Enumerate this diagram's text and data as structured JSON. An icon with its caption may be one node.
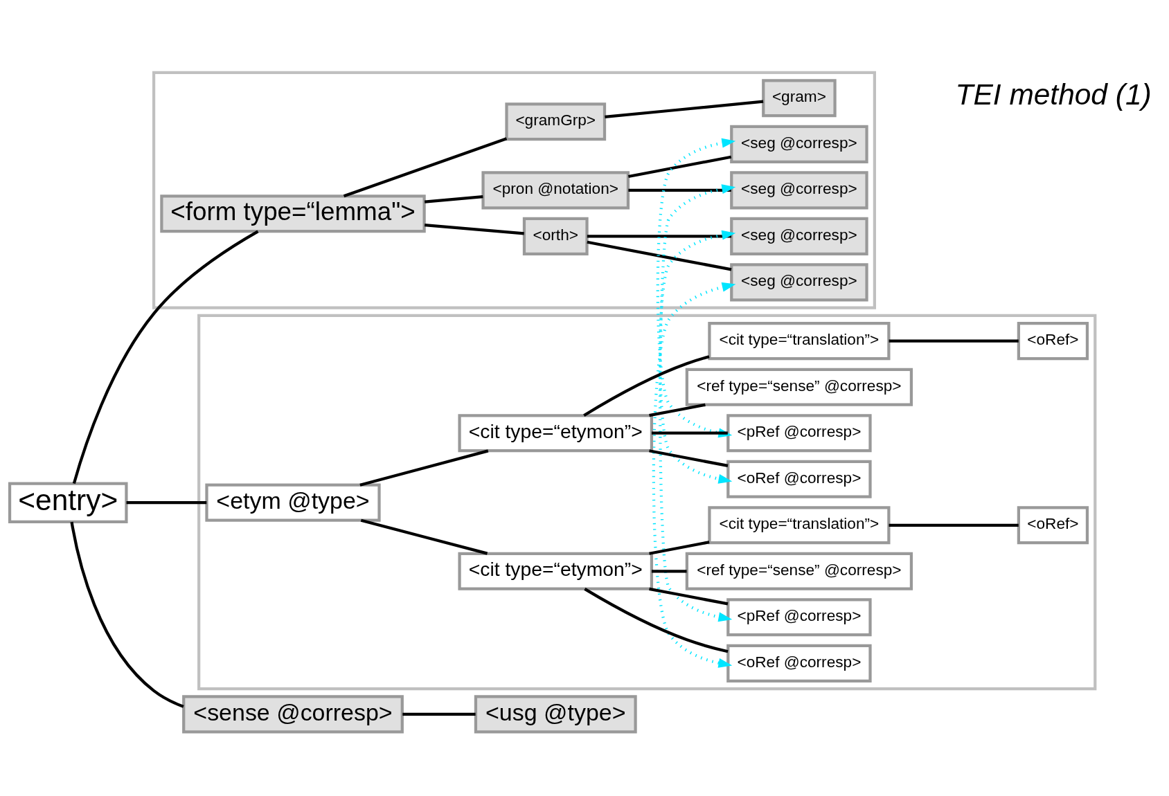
{
  "diagram": {
    "nodes": [
      {
        "text": [
          "<entry>"
        ]
      },
      {
        "text": [],
        "shape": "box"
      },
      {
        "text": [
          "<form type=“lemma\">"
        ],
        "in": 1
      },
      {
        "text": [
          "<orth>"
        ],
        "in": 1
      },
      {
        "text": [
          "<seg @corresp>"
        ],
        "in": 1
      },
      {
        "text": [
          "<seg @corresp>"
        ],
        "in": 1
      },
      {
        "text": [
          "<pron @notation>"
        ],
        "in": 1
      },
      {
        "text": [
          "<seg @corresp>"
        ],
        "in": 1
      },
      {
        "text": [
          "<seg @corresp>"
        ],
        "in": 1
      },
      {
        "text": [
          "<gramGrp>"
        ],
        "in": 1
      },
      {
        "text": [
          "<gram>"
        ],
        "in": 1
      },
      {
        "text": [
          "<sense @corresp>"
        ]
      },
      {
        "text": [
          "<usg @type>"
        ]
      },
      {
        "text": [],
        "shape": "box"
      },
      {
        "text": [
          "<etym @type>"
        ],
        "in": 13
      },
      {
        "text": [
          "<cit type=“etymon”>"
        ],
        "in": 13
      },
      {
        "text": [
          "<oRef @corresp>"
        ],
        "in": 13
      },
      {
        "text": [
          "<pRef @corresp>"
        ],
        "in": 13
      },
      {
        "text": [
          "<ref type=“sense” @corresp>"
        ],
        "in": 13
      },
      {
        "text": [
          "<cit type=“translation”>"
        ],
        "in": 13
      },
      {
        "text": [
          "<oRef>"
        ],
        "in": 13
      },
      {
        "text": [
          "<cit type=“etymon”>"
        ],
        "in": 13
      },
      {
        "text": [
          "<oRef @corresp>"
        ],
        "in": 13
      },
      {
        "text": [
          "<pRef @corresp>"
        ],
        "in": 13
      },
      {
        "text": [
          "<ref type=“sense” @corresp>"
        ],
        "in": 13
      },
      {
        "text": [
          "<cit type=“translation”>"
        ],
        "in": 13
      },
      {
        "text": [
          "<oRef>"
        ],
        "in": 13
      }
    ],
    "edges": [
      {
        "from": 0,
        "to": 2,
        "arrow": "none"
      },
      {
        "from": 0,
        "to": 11,
        "arrow": "none"
      },
      {
        "from": 0,
        "to": 14,
        "arrow": "none"
      },
      {
        "from": 2,
        "to": 3,
        "arrow": "none"
      },
      {
        "from": 3,
        "to": 4,
        "arrow": "none"
      },
      {
        "from": 3,
        "to": 5,
        "arrow": "none"
      },
      {
        "from": 2,
        "to": 6,
        "arrow": "none"
      },
      {
        "from": 6,
        "to": 7,
        "arrow": "none"
      },
      {
        "from": 6,
        "to": 8,
        "arrow": "none"
      },
      {
        "from": 2,
        "to": 9,
        "arrow": "none"
      },
      {
        "from": 9,
        "to": 10,
        "arrow": "none"
      },
      {
        "from": 11,
        "to": 12,
        "arrow": "none"
      },
      {
        "from": 14,
        "to": 15,
        "arrow": "none"
      },
      {
        "from": 15,
        "to": 16,
        "arrow": "none"
      },
      {
        "from": 15,
        "to": 17,
        "arrow": "none"
      },
      {
        "from": 15,
        "to": 18,
        "arrow": "none"
      },
      {
        "from": 15,
        "to": 19,
        "arrow": "none"
      },
      {
        "from": 19,
        "to": 20,
        "arrow": "none"
      },
      {
        "from": 14,
        "to": 21,
        "arrow": "none"
      },
      {
        "from": 21,
        "to": 22,
        "arrow": "none"
      },
      {
        "from": 21,
        "to": 23,
        "arrow": "none"
      },
      {
        "from": 21,
        "to": 24,
        "arrow": "none"
      },
      {
        "from": 21,
        "to": 25,
        "arrow": "none"
      },
      {
        "from": 25,
        "to": 26,
        "arrow": "none"
      },
      {
        "from": 4,
        "to": 16,
        "arrow": "both",
        "style": "dashed",
        "color": "#00e5ff"
      },
      {
        "from": 5,
        "to": 22,
        "arrow": "both",
        "style": "dashed",
        "color": "#00e5ff"
      },
      {
        "from": 7,
        "to": 17,
        "arrow": "both",
        "style": "dashed",
        "color": "#00e5ff"
      },
      {
        "from": 8,
        "to": 23,
        "arrow": "both",
        "style": "dashed",
        "color": "#00e5ff"
      }
    ],
    "labels": [
      "TEI method (1)"
    ]
  }
}
